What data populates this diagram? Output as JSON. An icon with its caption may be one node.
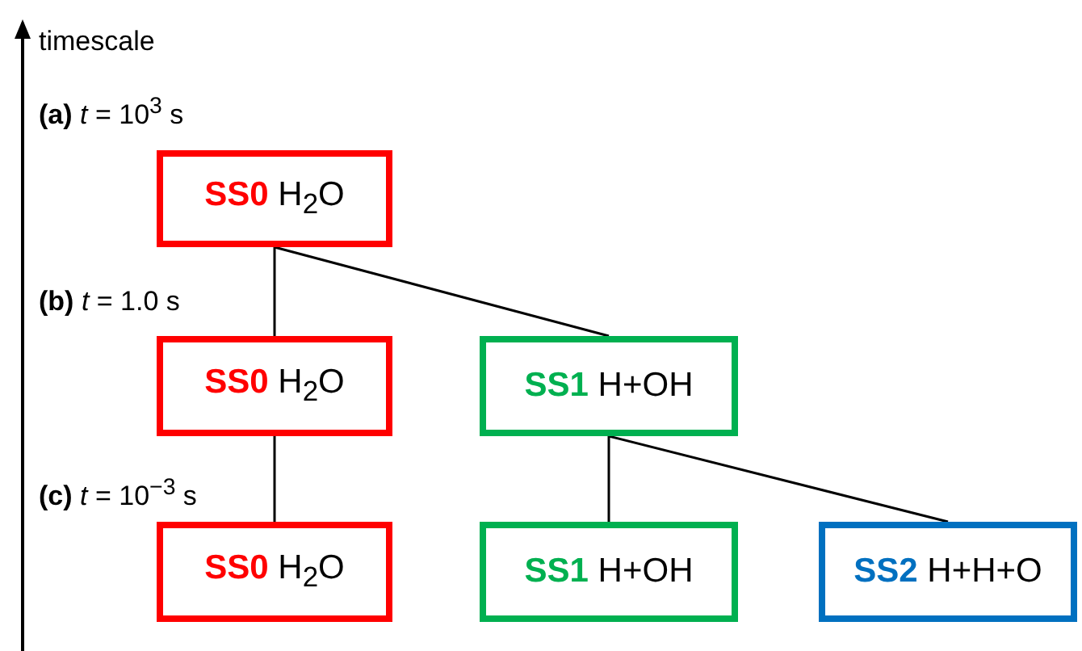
{
  "diagram": {
    "nodes": [
      {
        "text": [
          "**SS0** H$_{2}$O"
        ]
      },
      {
        "text": [
          "**SS0** H$_{2}$O"
        ]
      },
      {
        "text": [
          "**SS1** H+OH"
        ]
      },
      {
        "text": [
          "**SS0** H$_{2}$O"
        ]
      },
      {
        "text": [
          "**SS1** H+OH"
        ]
      },
      {
        "text": [
          "**SS2** H+H+O"
        ]
      }
    ],
    "edges": [
      {
        "from": 0,
        "to": 1,
        "arrow": "none"
      },
      {
        "from": 0,
        "to": 2,
        "arrow": "none"
      },
      {
        "from": 1,
        "to": 3,
        "arrow": "none"
      },
      {
        "from": 2,
        "to": 4,
        "arrow": "none"
      },
      {
        "from": 2,
        "to": 5,
        "arrow": "none"
      }
    ],
    "labels": [
      "timescale",
      "**(a)** *t* = 10$^{3}$ s",
      "**(b)** *t* = 1.0 s",
      "**(c)** *t* = 10$^{−3}$ s"
    ]
  }
}
